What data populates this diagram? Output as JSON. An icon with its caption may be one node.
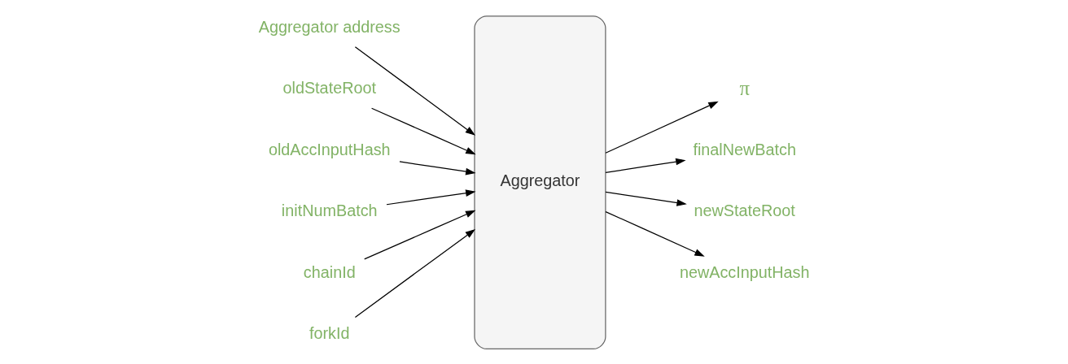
{
  "diagram": {
    "nodes": [
      {
        "text": [
          "Aggregator"
        ]
      },
      {
        "text": [
          "Aggregator address"
        ]
      },
      {
        "text": [
          "oldStateRoot"
        ]
      },
      {
        "text": [
          "oldAccInputHash"
        ]
      },
      {
        "text": [
          "initNumBatch"
        ]
      },
      {
        "text": [
          "chainId"
        ]
      },
      {
        "text": [
          "forkId"
        ]
      },
      {
        "text": [
          "π"
        ]
      },
      {
        "text": [
          "finalNewBatch"
        ]
      },
      {
        "text": [
          "newStateRoot"
        ]
      },
      {
        "text": [
          "newAccInputHash"
        ]
      }
    ],
    "edges": [
      {
        "from": 1,
        "to": 0,
        "arrow": "to"
      },
      {
        "from": 2,
        "to": 0,
        "arrow": "to"
      },
      {
        "from": 3,
        "to": 0,
        "arrow": "to"
      },
      {
        "from": 4,
        "to": 0,
        "arrow": "to"
      },
      {
        "from": 5,
        "to": 0,
        "arrow": "to"
      },
      {
        "from": 6,
        "to": 0,
        "arrow": "to"
      },
      {
        "from": 0,
        "to": 7,
        "arrow": "to"
      },
      {
        "from": 0,
        "to": 8,
        "arrow": "to"
      },
      {
        "from": 0,
        "to": 9,
        "arrow": "to"
      },
      {
        "from": 0,
        "to": 10,
        "arrow": "to"
      }
    ]
  }
}
